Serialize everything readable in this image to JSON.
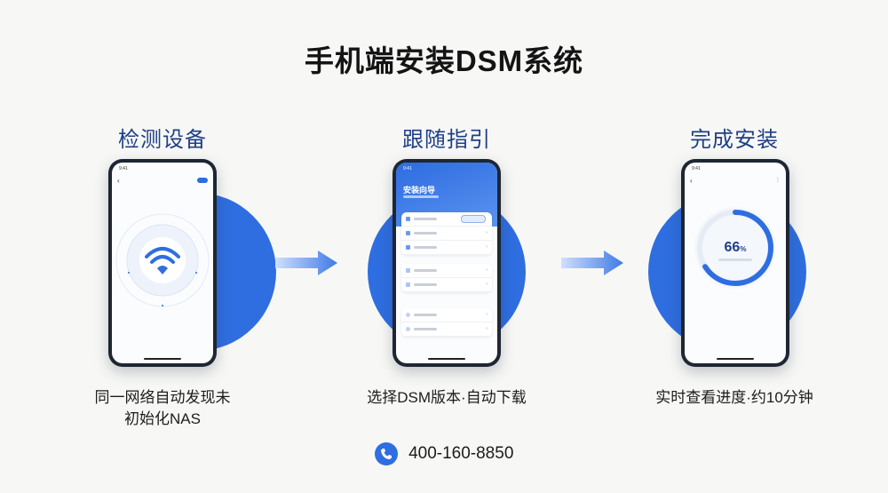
{
  "title": "手机端安装DSM系统",
  "steps": [
    {
      "title": "检测设备",
      "caption_lines": [
        "同一网络自动发现未",
        "初始化NAS"
      ]
    },
    {
      "title": "跟随指引",
      "caption_lines": [
        "选择DSM版本·自动下载"
      ]
    },
    {
      "title": "完成安装",
      "caption_lines": [
        "实时查看进度·约10分钟"
      ]
    }
  ],
  "phone_screens": {
    "status_time": "9:41",
    "wizard_header": "安装向导",
    "progress": {
      "value": 66,
      "label": "66",
      "unit": "%"
    }
  },
  "contact": {
    "phone": "400-160-8850"
  },
  "colors": {
    "accent": "#2f6ee0",
    "title_blue": "#1f3f86",
    "background": "#f7f8f6"
  },
  "icons": [
    "wifi-icon",
    "phone-icon",
    "arrow-right-icon",
    "back-chevron-icon"
  ]
}
